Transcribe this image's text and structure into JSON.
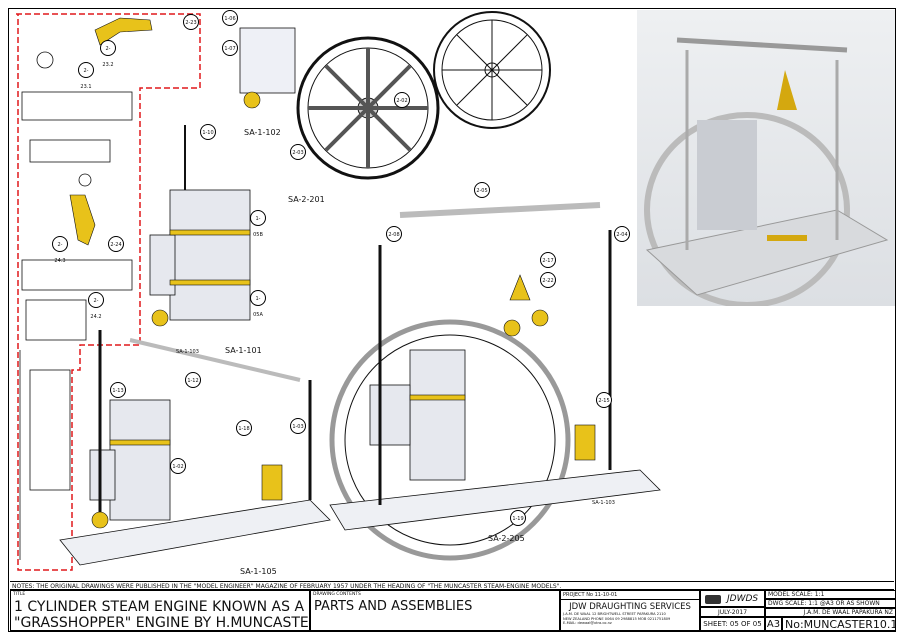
{
  "notes": "NOTES: THE ORIGINAL DRAWINGS WERE PUBLISHED IN THE \"MODEL ENGINEER\" MAGAZINE OF FEBRUARY 1957 UNDER THE HEADING OF \"THE MUNCASTER STEAM-ENGINE MODELS\".",
  "title_block": {
    "title_caption": "TITLE",
    "title_line1": "1 CYLINDER STEAM ENGINE KNOWN AS A",
    "title_line2": "\"GRASSHOPPER\" ENGINE BY H.MUNCASTER.",
    "contents_caption": "DRAWING CONTENTS",
    "contents": "PARTS AND ASSEMBLIES",
    "project": "PROJECT No  11-10-01",
    "company": "JDW DRAUGHTING SERVICES",
    "address1": "J.A.M. DE WAAL 12 BRIGHTWELL STREET PAPAKURA 2110",
    "address2": "NEW ZEALAND PHONE 0064 09 2988815 MOB 0211751809",
    "address3": "E-MAIL: dewaal@xtra.co.nz",
    "logo_text": "JDWDS",
    "date": "JULY-2017",
    "sheet": "SHEET: 05 OF 05",
    "model_scale": "MODEL SCALE: 1:1",
    "dwg_scale": "DWG SCALE: 1:1 @A3 OR AS SHOWN",
    "copyright": "J.A.M. DE WAAL PAPAKURA NZ",
    "size": "A3",
    "number": "No:MUNCASTER10.1-5"
  },
  "assemblies": [
    "SA-1-102",
    "SA-2-201",
    "SA-1-101",
    "SA-1-105",
    "SA-2-205",
    "SA-1-103",
    "SA-1-103"
  ],
  "callouts": [
    "2-23",
    "2-23.2",
    "2-23.1",
    "2-24",
    "2-24.3",
    "2-24.2",
    "1-06",
    "1-07",
    "2-03",
    "2-02",
    "1-05B",
    "1-05A",
    "1-13",
    "1-12",
    "1-18",
    "1-02",
    "1-03",
    "1-10",
    "1-19",
    "2-05",
    "2-04",
    "2-08",
    "2-22",
    "2-15",
    "2-17"
  ],
  "colors": {
    "brass": "#e8c21a",
    "red_outline": "#e0181c",
    "line": "#111111",
    "metal": "#e6e8ee"
  }
}
